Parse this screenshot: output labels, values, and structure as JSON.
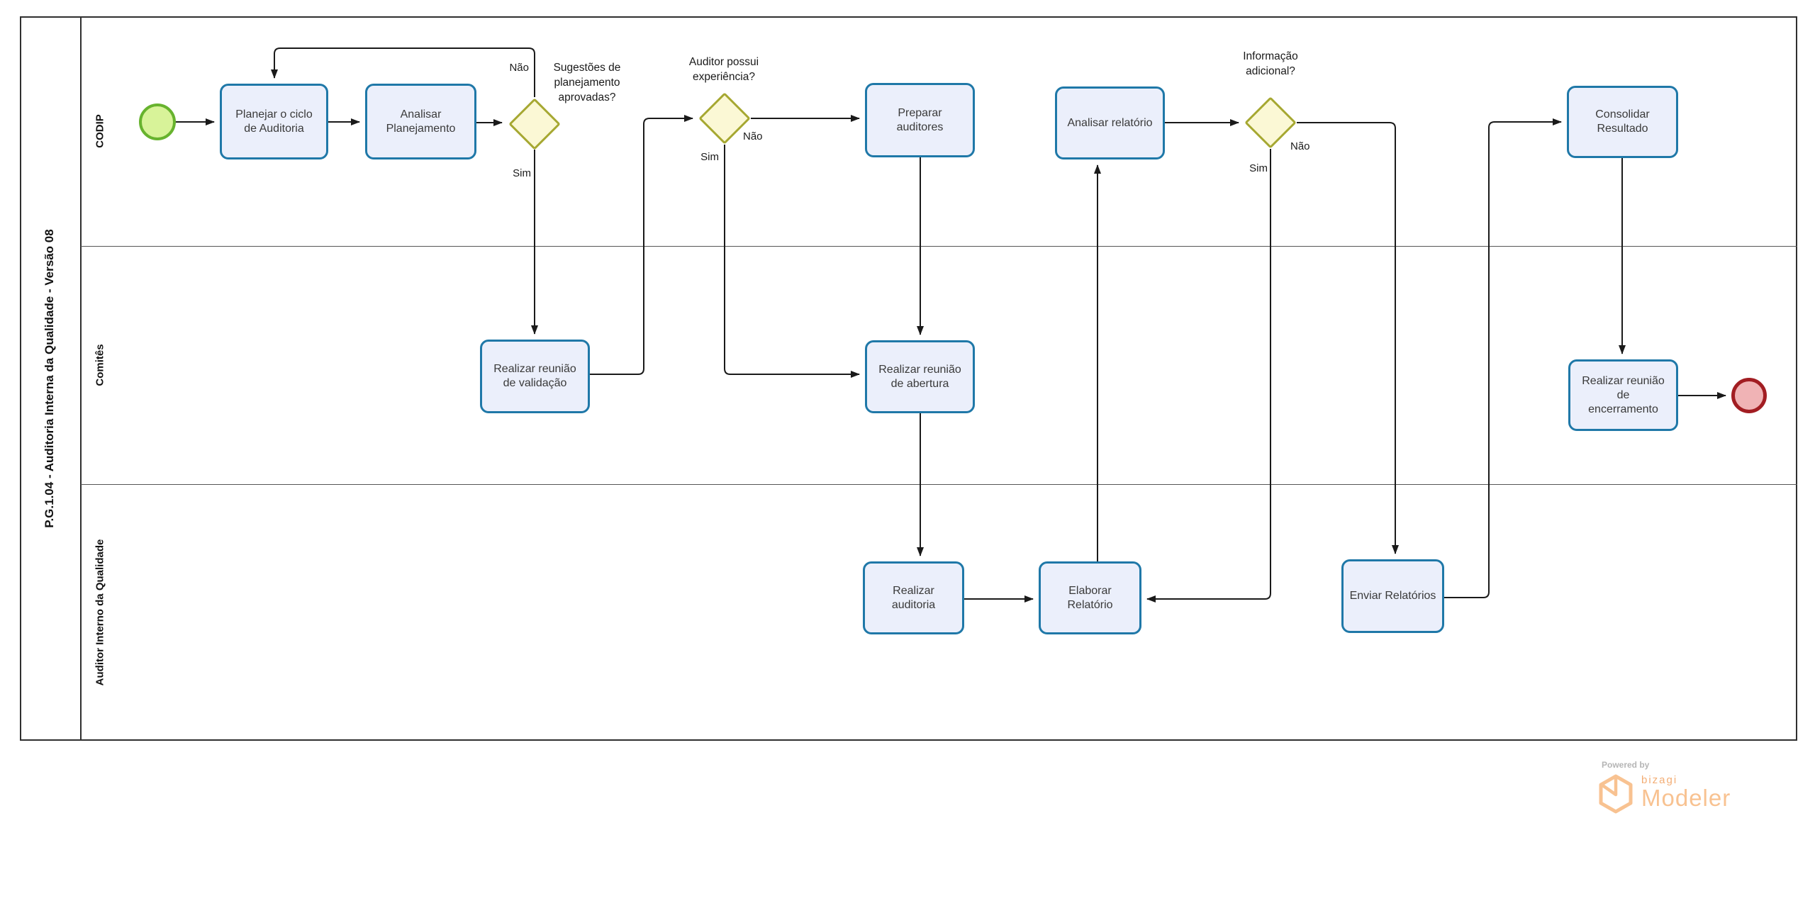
{
  "diagram": {
    "pool_title": "P.G.1.04 - Auditoria Interna da Qualidade - Versão 08",
    "lanes": [
      {
        "name": "CODIP"
      },
      {
        "name": "Comitês"
      },
      {
        "name": "Auditor Interno da Qualidade"
      }
    ],
    "nodes": {
      "planejar": {
        "label": "Planejar o ciclo de Auditoria"
      },
      "analisar_planejamento": {
        "label": "Analisar Planejamento"
      },
      "realizar_validacao": {
        "label": "Realizar reunião de validação"
      },
      "preparar_auditores": {
        "label": "Preparar auditores"
      },
      "realizar_abertura": {
        "label": "Realizar reunião de abertura"
      },
      "realizar_auditoria": {
        "label": "Realizar auditoria"
      },
      "elaborar_relatorio": {
        "label": "Elaborar Relatório"
      },
      "analisar_relatorio": {
        "label": "Analisar relatório"
      },
      "enviar_relatorios": {
        "label": "Enviar Relatórios"
      },
      "consolidar_resultado": {
        "label": "Consolidar Resultado"
      },
      "realizar_encerramento": {
        "label": "Realizar reunião de encerramento"
      }
    },
    "gateways": {
      "g1": {
        "question": "Sugestões de planejamento aprovadas?",
        "yes": "Sim",
        "no": "Não"
      },
      "g2": {
        "question": "Auditor possui experiência?",
        "yes": "Sim",
        "no": "Não"
      },
      "g3": {
        "question": "Informação adicional?",
        "yes": "Sim",
        "no": "Não"
      }
    }
  },
  "branding": {
    "powered_by": "Powered by",
    "brand": "bizagi",
    "product": "Modeler"
  },
  "colors": {
    "task_fill": "#ebeffb",
    "task_border": "#1f78a8",
    "gateway_fill": "#fbf8d5",
    "gateway_border": "#a6a832",
    "start_fill": "#d8f399",
    "start_border": "#67b32e",
    "end_fill": "#f0b3b5",
    "end_border": "#a21d22",
    "flow": "#1a1a1a",
    "brand_orange": "#f8c291",
    "brand_gray": "#b5b5b5"
  }
}
